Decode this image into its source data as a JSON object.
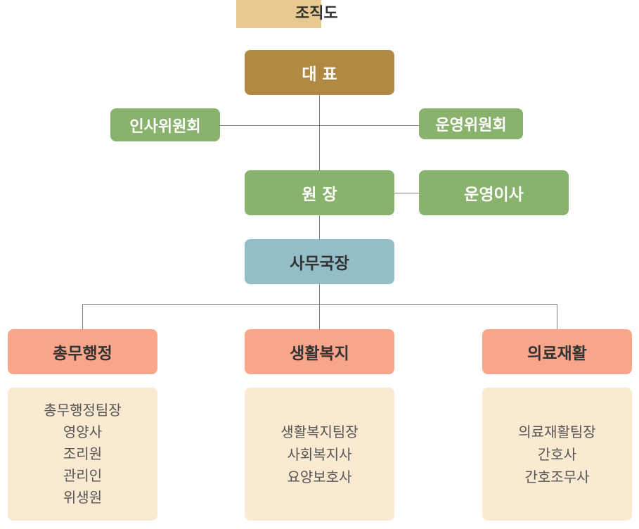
{
  "title": "조직도",
  "colors": {
    "title_bar": "#e8c98f",
    "ceo": "#b08a43",
    "green": "#89b26d",
    "secretary": "#93bdc7",
    "department": "#f8a68b",
    "staff_panel": "#fbead2",
    "connector": "#7f7f7f"
  },
  "nodes": {
    "ceo": "대 표",
    "hr_committee": "인사위원회",
    "ops_committee": "운영위원회",
    "director": "원 장",
    "ops_director": "운영이사",
    "secretary_general": "사무국장"
  },
  "departments": [
    {
      "name": "총무행정",
      "staff": [
        "총무행정팀장",
        "영양사",
        "조리원",
        "관리인",
        "위생원"
      ]
    },
    {
      "name": "생활복지",
      "staff": [
        "생활복지팀장",
        "사회복지사",
        "요양보호사"
      ]
    },
    {
      "name": "의료재활",
      "staff": [
        "의료재활팀장",
        "간호사",
        "간호조무사"
      ]
    }
  ]
}
